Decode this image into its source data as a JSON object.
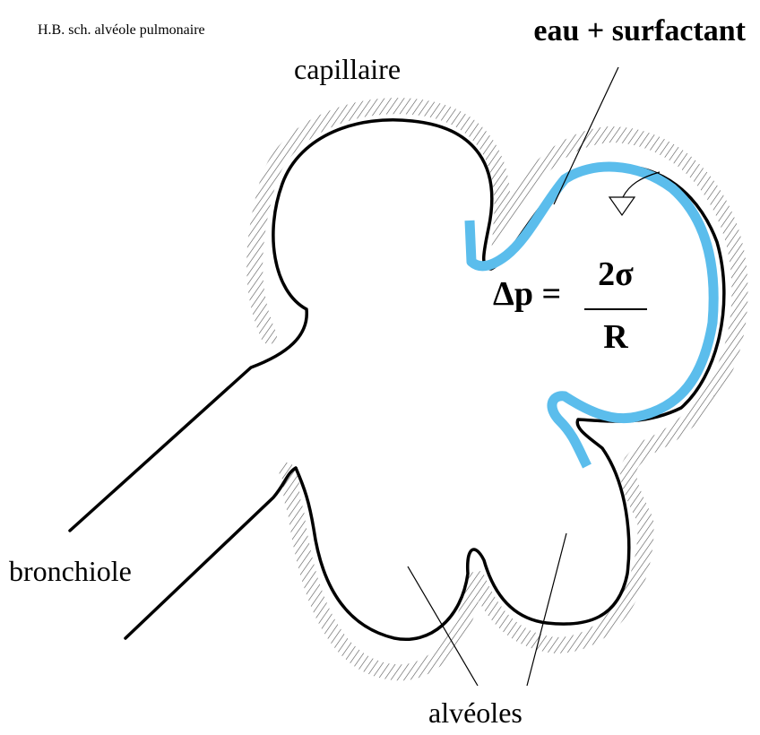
{
  "header": {
    "caption": "H.B. sch. alvéole pulmonaire"
  },
  "labels": {
    "top_right": "eau + surfactant",
    "capillaire": "capillaire",
    "bronchiole": "bronchiole",
    "alveoles": "alvéoles"
  },
  "formula": {
    "lhs": "Δp =",
    "numerator": "2σ",
    "denominator": "R"
  },
  "colors": {
    "wall": "#000000",
    "hatch": "#555555",
    "surfactant": "#5bbdec",
    "background": "#ffffff"
  }
}
